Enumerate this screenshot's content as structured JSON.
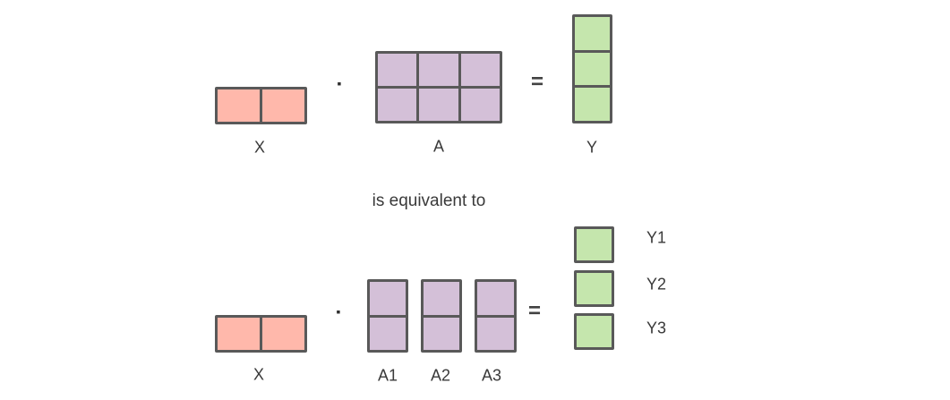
{
  "colors": {
    "background": "#ffffff",
    "x_fill": "#ffb8ab",
    "a_fill": "#d4c0d8",
    "y_fill": "#c5e6ad",
    "border": "#595959",
    "text": "#3a3a3a",
    "operator": "#2e2e2e"
  },
  "symbols": {
    "multiply": "▪",
    "equals": "="
  },
  "top_equation": {
    "x_label": "X",
    "a_label": "A",
    "y_label": "Y"
  },
  "connector_text": "is equivalent to",
  "bottom_equation": {
    "x_label": "X",
    "a_labels": [
      "A1",
      "A2",
      "A3"
    ],
    "y_labels": [
      "Y1",
      "Y2",
      "Y3"
    ]
  },
  "matrices": {
    "x_row": {
      "rows": 1,
      "cols": 2
    },
    "a_full": {
      "rows": 2,
      "cols": 3
    },
    "a_column_block": {
      "rows": 2,
      "cols": 1
    },
    "y_full": {
      "rows": 3,
      "cols": 1
    },
    "y_single_cell": {
      "rows": 1,
      "cols": 1
    }
  }
}
